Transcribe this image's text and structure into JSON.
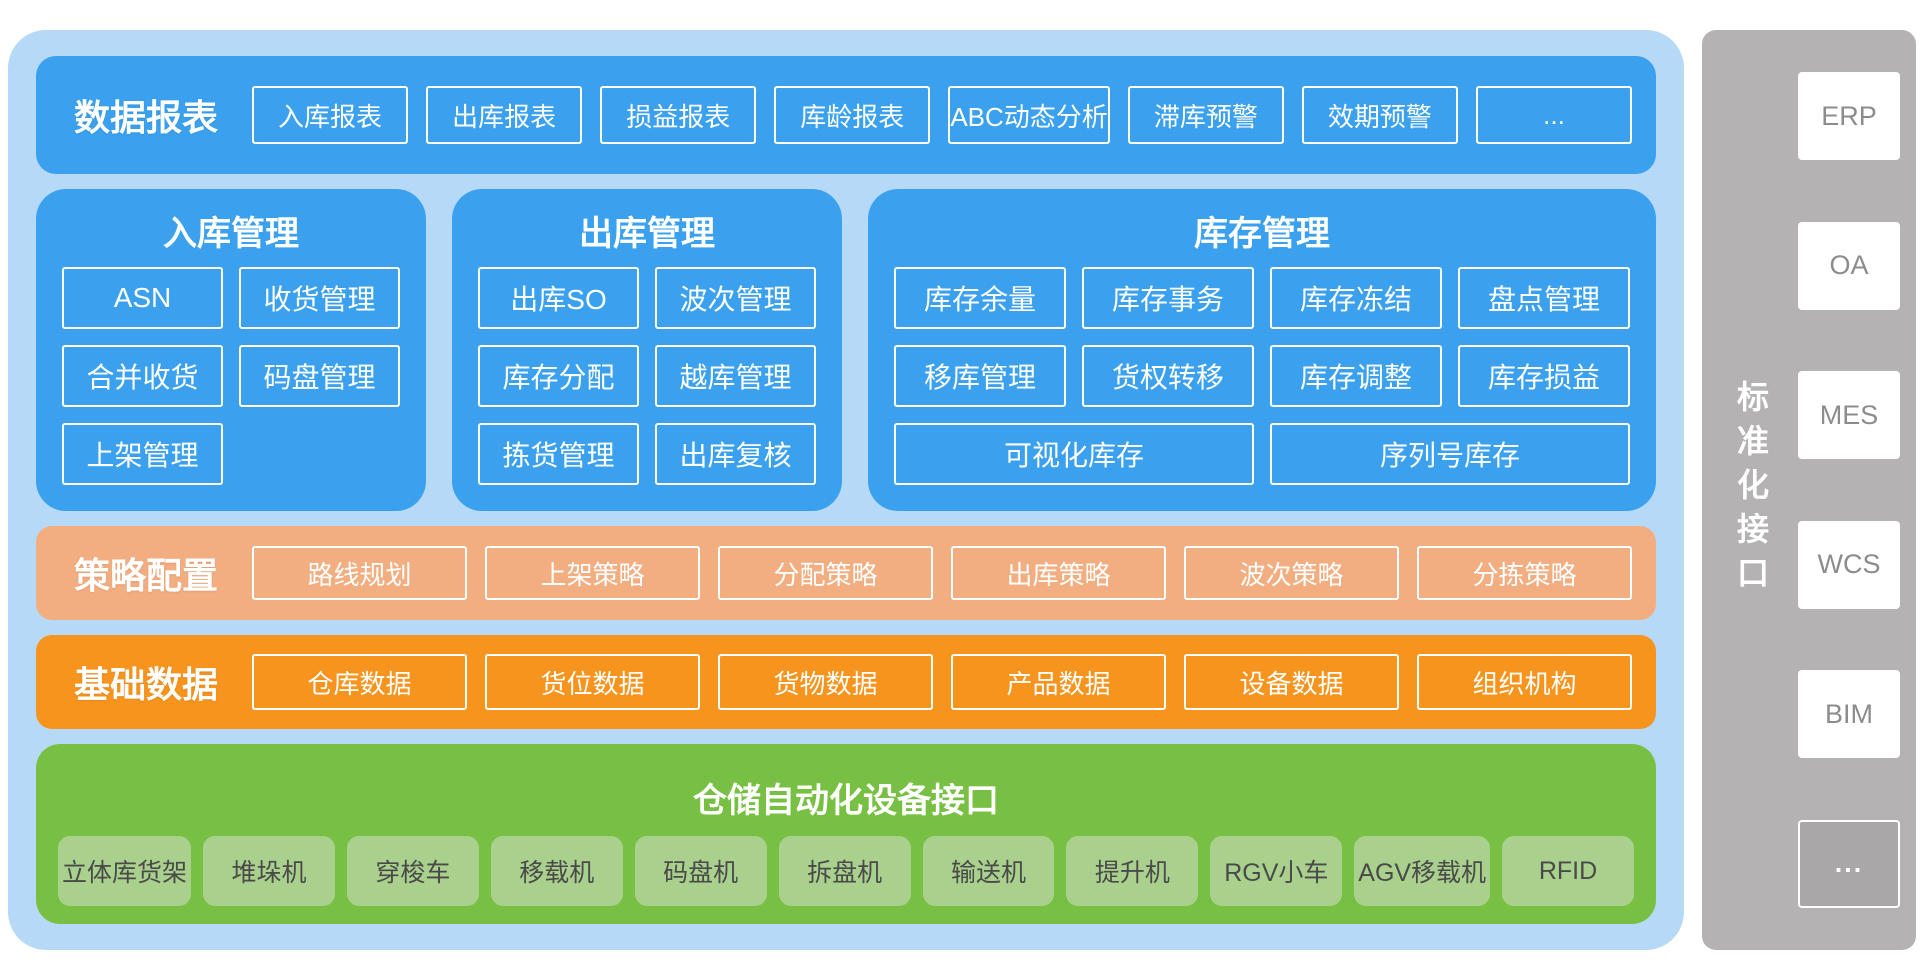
{
  "reports": {
    "title": "数据报表",
    "items": [
      "入库报表",
      "出库报表",
      "损益报表",
      "库龄报表",
      "ABC动态分析",
      "滞库预警",
      "效期预警",
      "..."
    ]
  },
  "panels": {
    "inbound": {
      "title": "入库管理",
      "items": [
        "ASN",
        "收货管理",
        "合并收货",
        "码盘管理",
        "上架管理"
      ]
    },
    "outbound": {
      "title": "出库管理",
      "items": [
        "出库SO",
        "波次管理",
        "库存分配",
        "越库管理",
        "拣货管理",
        "出库复核"
      ]
    },
    "inventory": {
      "title": "库存管理",
      "items": [
        "库存余量",
        "库存事务",
        "库存冻结",
        "盘点管理",
        "移库管理",
        "货权转移",
        "库存调整",
        "库存损益"
      ],
      "wide_items": [
        "可视化库存",
        "序列号库存"
      ]
    }
  },
  "strategy": {
    "title": "策略配置",
    "items": [
      "路线规划",
      "上架策略",
      "分配策略",
      "出库策略",
      "波次策略",
      "分拣策略"
    ]
  },
  "base_data": {
    "title": "基础数据",
    "items": [
      "仓库数据",
      "货位数据",
      "货物数据",
      "产品数据",
      "设备数据",
      "组织机构"
    ]
  },
  "automation": {
    "title": "仓储自动化设备接口",
    "items": [
      "立体库货架",
      "堆垛机",
      "穿梭车",
      "移载机",
      "码盘机",
      "拆盘机",
      "输送机",
      "提升机",
      "RGV小车",
      "AGV移载机",
      "RFID"
    ]
  },
  "interfaces": {
    "title": "标准化接口",
    "items": [
      "ERP",
      "OA",
      "MES",
      "WCS",
      "BIM",
      "..."
    ]
  },
  "colors": {
    "container_blue": "#b6d9f8",
    "panel_blue": "#3ba1ee",
    "strategy_salmon": "#f2ae81",
    "basedata_orange": "#f7941e",
    "automation_green": "#78c044",
    "device_light_green": "#a9d08c",
    "sidebar_gray": "#b4b2b3"
  }
}
